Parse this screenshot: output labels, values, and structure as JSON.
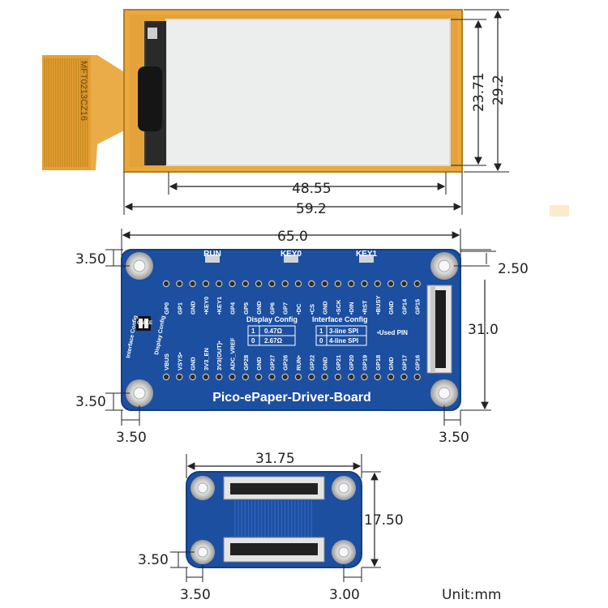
{
  "epaper": {
    "flex_label": "MFT0213CZ16",
    "dims": {
      "width_total": "59.2",
      "width_active": "48.55",
      "height_active": "23.71",
      "height_total": "29.2"
    }
  },
  "driver_board": {
    "title": "Pico-ePaper-Driver-Board",
    "dims": {
      "width": "65.0",
      "height": "31.0",
      "hole_offset_top": "3.50",
      "hole_offset_bottom": "3.50",
      "hole_offset_left": "3.50",
      "hole_offset_right": "3.50",
      "hole_inset": "2.50"
    },
    "buttons": [
      "RUN",
      "KEY0",
      "KEY1"
    ],
    "top_pins": [
      "GP0",
      "GP1",
      "GND",
      "•KEY0",
      "•KEY1",
      "GP4",
      "GP5",
      "GND",
      "GP6",
      "GP7",
      "•DC",
      "•CS",
      "GND",
      "•SCK",
      "•DIN",
      "•RST",
      "•BUSY",
      "GND",
      "GP14",
      "GP15"
    ],
    "bottom_pins": [
      "VBUS",
      "VSYS•",
      "GND",
      "3V3_EN",
      "3V3(OUT)•",
      "ADC_VREF",
      "GP28",
      "GND",
      "GP27",
      "GP26",
      "RUN•",
      "GP22",
      "GND",
      "GP21",
      "GP20",
      "GP19",
      "GP18",
      "GND",
      "GP17",
      "GP16"
    ],
    "switch_labels": {
      "interface": "Interface Config",
      "display": "Display Config",
      "on": "ON KE"
    },
    "display_config": {
      "title": "Display Config",
      "rows": [
        {
          "key": "1",
          "val": "0.47Ω"
        },
        {
          "key": "0",
          "val": "2.67Ω"
        }
      ]
    },
    "interface_config": {
      "title": "Interface Config",
      "rows": [
        {
          "key": "1",
          "val": "3-line SPI"
        },
        {
          "key": "0",
          "val": "4-line SPI"
        }
      ]
    },
    "used_pin": "•Used PIN"
  },
  "adapter": {
    "dims": {
      "width": "31.75",
      "height": "17.50",
      "hole_offset_bottom": "3.50",
      "hole_offset_left": "3.50",
      "hole_offset_right": "3.00"
    }
  },
  "unit": "Unit:mm",
  "colors": {
    "pcb": "#1c4fa0",
    "flex": "#e8a83c",
    "screen": "#eceeed"
  }
}
